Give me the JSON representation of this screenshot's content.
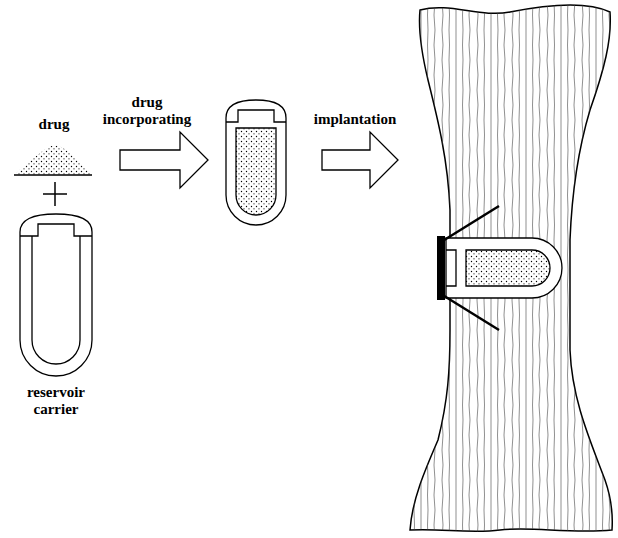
{
  "diagram": {
    "labels": [
      "drug",
      "drug incorporating",
      "implantation",
      "reservoir carrier"
    ]
  }
}
